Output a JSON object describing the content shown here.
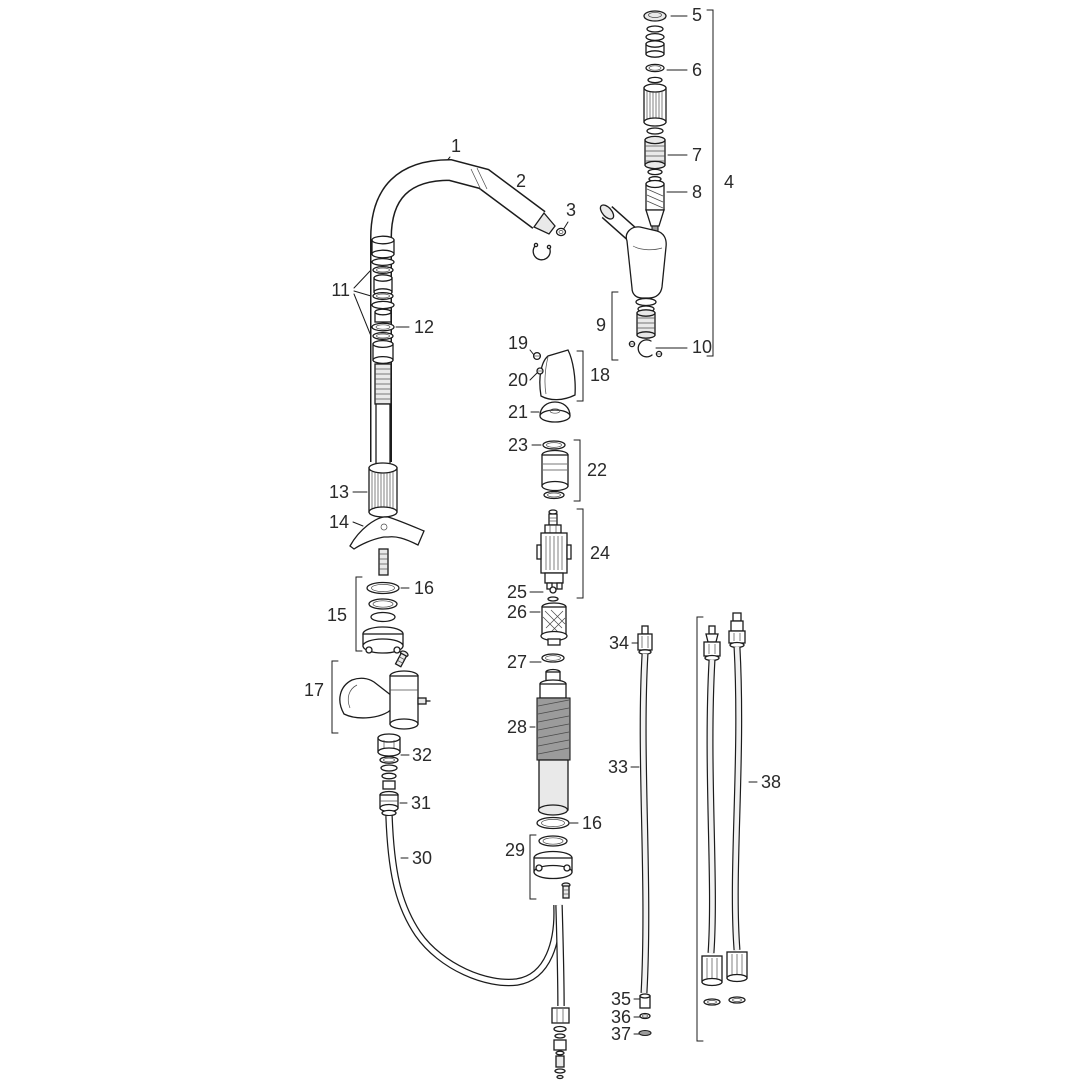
{
  "diagram": {
    "colors": {
      "background": "#ffffff",
      "line": "#1c1c1c"
    },
    "labels": {
      "p1": "1",
      "p2": "2",
      "p3": "3",
      "p4": "4",
      "p5": "5",
      "p6": "6",
      "p7": "7",
      "p8": "8",
      "p9": "9",
      "p10": "10",
      "p11": "11",
      "p12": "12",
      "p13": "13",
      "p14": "14",
      "p15": "15",
      "p16a": "16",
      "p16b": "16",
      "p17": "17",
      "p18": "18",
      "p19": "19",
      "p20": "20",
      "p21": "21",
      "p22": "22",
      "p23": "23",
      "p24": "24",
      "p25": "25",
      "p26": "26",
      "p27": "27",
      "p28": "28",
      "p29": "29",
      "p30": "30",
      "p31": "31",
      "p32": "32",
      "p33": "33",
      "p34": "34",
      "p35": "35",
      "p36": "36",
      "p37": "37",
      "p38": "38"
    }
  }
}
